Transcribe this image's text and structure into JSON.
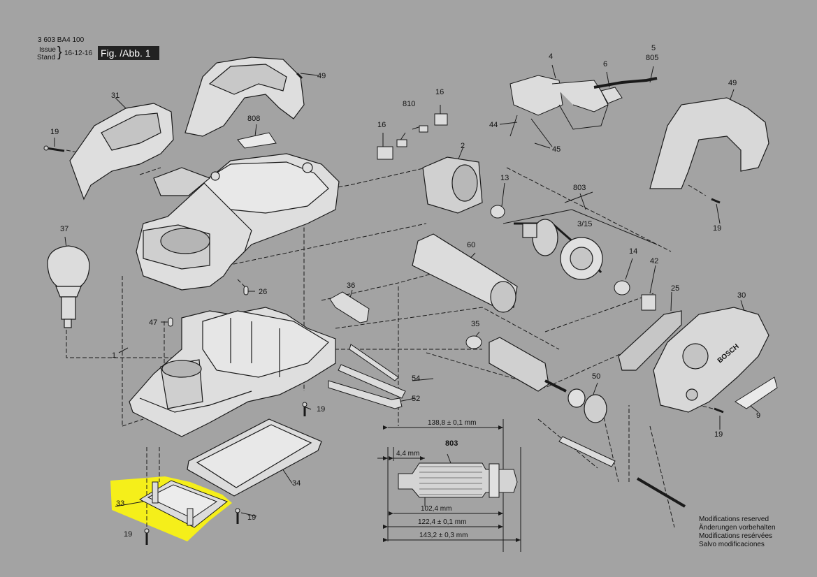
{
  "header": {
    "doc_number": "3 603 BA4 100",
    "issue_label": "Issue",
    "stand_label": "Stand",
    "date": "16-12-16",
    "figure_label": "Fig. /Abb. 1"
  },
  "modifications": [
    "Modifications reserved",
    "Änderungen vorbehalten",
    "Modifications resérvées",
    "Salvo modificaciones"
  ],
  "parts": {
    "p1": "1",
    "p2": "2",
    "p4": "4",
    "p5": "5",
    "p6": "6",
    "p9": "9",
    "p13": "13",
    "p14": "14",
    "p16a": "16",
    "p16b": "16",
    "p19a": "19",
    "p19b": "19",
    "p19c": "19",
    "p19d": "19",
    "p19e": "19",
    "p19f": "19",
    "p25": "25",
    "p26": "26",
    "p30": "30",
    "p31": "31",
    "p33": "33",
    "p34": "34",
    "p35": "35",
    "p36": "36",
    "p37": "37",
    "p42": "42",
    "p44": "44",
    "p45": "45",
    "p47": "47",
    "p49a": "49",
    "p49b": "49",
    "p50": "50",
    "p52": "52",
    "p54": "54",
    "p60": "60",
    "p803a": "803",
    "p803b": "803",
    "p805": "805",
    "p808": "808",
    "p810": "810",
    "p315": "3/15"
  },
  "brand_text": "BOSCH",
  "dimensions": {
    "d1": "138,8 ± 0,1 mm",
    "d2": "4,4 mm",
    "d3": "102,4 mm",
    "d4": "122,4 ± 0,1 mm",
    "d5": "143,2 ± 0,3 mm"
  },
  "colors": {
    "background": "#a3a3a3",
    "highlight": "#f5ef1a",
    "line": "#1a1a1a",
    "part_fill": "#dcdcdc"
  }
}
